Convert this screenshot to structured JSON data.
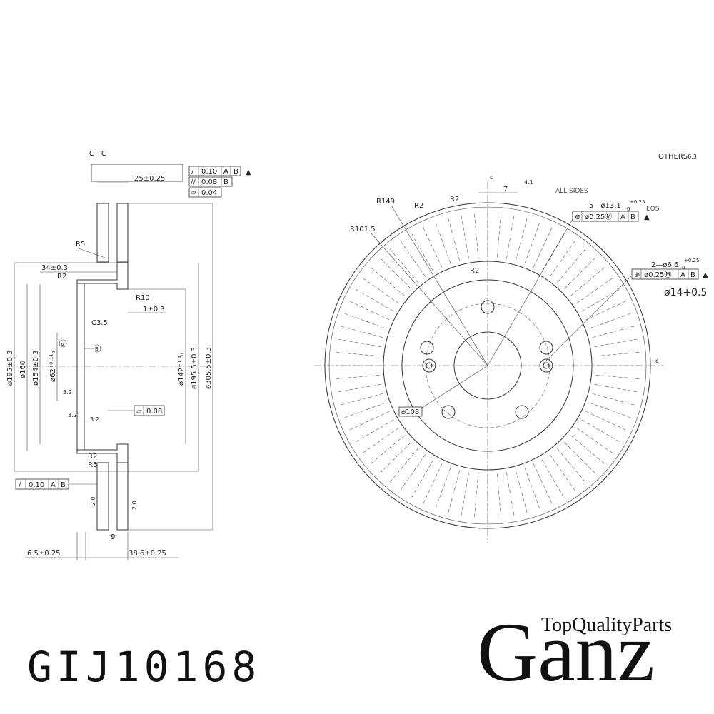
{
  "part_number": "GIJ10168",
  "brand": {
    "name": "Ganz",
    "tagline": "TopQualityParts"
  },
  "section": {
    "label": "C—C",
    "dims": {
      "width_total": "25±0.25",
      "hat_offset": "34±0.3",
      "r2_top": "R2",
      "r5_top": "R5",
      "r10": "R10",
      "step": "1±0.3",
      "chamfer": "C3.5",
      "d195_left": "ø195±0.3",
      "d160": "ø160",
      "d154": "ø154±0.3",
      "d62": "ø62⁺⁰·¹¹₀",
      "d142": "ø142⁺⁰·⁴₀",
      "d195_right": "ø195.5±0.3",
      "d305": "ø305.5±0.3",
      "flat_008": "0.08",
      "r2_bottom": "R2",
      "r5_bottom": "R5",
      "vent": "9",
      "bottom_left": "6.5±0.25",
      "bottom_right": "38.6±0.25",
      "rough_32a": "3.2",
      "rough_32b": "3.2",
      "rough_32c": "3.2",
      "rough_20a": "2.0",
      "rough_20b": "2.0"
    },
    "datum_a": "A",
    "datum_b": "B",
    "tol_top": [
      {
        "sym": "/",
        "val": "0.10",
        "refs": [
          "A",
          "B"
        ]
      },
      {
        "sym": "//",
        "val": "0.08",
        "refs": [
          "B"
        ]
      },
      {
        "sym": "▱",
        "val": "0.04",
        "refs": []
      }
    ],
    "tol_bottom": {
      "sym": "/",
      "val": "0.10",
      "refs": [
        "A",
        "B"
      ]
    }
  },
  "front": {
    "others": "OTHERS",
    "others_val": "6.3",
    "c_top": "c",
    "c_right": "c",
    "dim_7": "7",
    "rough_41": "4.1",
    "all_sides": "ALL SIDES",
    "r149": "R149",
    "r2a": "R2",
    "r2b": "R2",
    "r2c": "R2",
    "r1015": "R101.5",
    "holes5": "5—ø13.1",
    "holes5_tol": "+0.25",
    "holes5_tol0": "0",
    "eqs": "EQS",
    "holes5_fcf": {
      "val": "ø0.25Ⓜ",
      "refs": [
        "A",
        "B"
      ]
    },
    "holes2": "2—ø6.6",
    "holes2_tol": "+0.25",
    "holes2_tol0": "0",
    "holes2_fcf": {
      "val": "ø0.25Ⓜ",
      "refs": [
        "A",
        "B"
      ]
    },
    "d14": "ø14+0.5",
    "pcd": "ø108"
  }
}
